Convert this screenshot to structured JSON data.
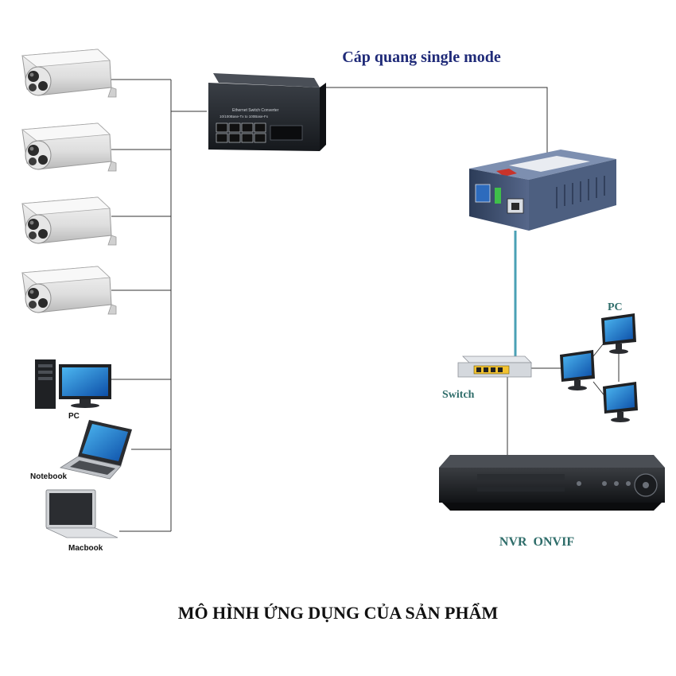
{
  "labels": {
    "fiber_cable": "Cáp quang single mode",
    "switch_left_top": "Ethernet Switch Converter",
    "switch_left_bottom": "10/100Base-Tx to 100Base-Fx",
    "pc_left": "PC",
    "notebook": "Notebook",
    "macbook": "Macbook",
    "pc_right": "PC",
    "switch": "Switch",
    "nvr": "NVR  ONVIF",
    "title": "MÔ HÌNH ỨNG DỤNG CỦA SẢN PHẨM"
  },
  "colors": {
    "navy_label": "#1f2a78",
    "teal_label": "#2f6d6a",
    "fiber_line": "#4aa0b5",
    "wire": "#333333",
    "device_dark": "#22262b",
    "converter_blue": "#3a4d6e"
  },
  "icons": {
    "camera": "bullet-camera-icon",
    "switch": "network-switch-icon",
    "converter": "media-converter-icon",
    "pc": "desktop-pc-icon",
    "notebook": "laptop-icon",
    "macbook": "macbook-icon",
    "monitor": "monitor-icon",
    "nvr": "nvr-recorder-icon"
  }
}
